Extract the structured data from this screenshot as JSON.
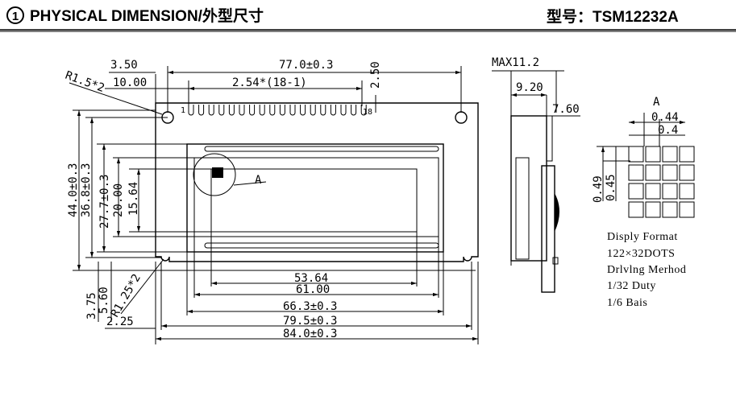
{
  "header": {
    "circle_number": "1",
    "title": "PHYSICAL  DIMENSION/外型尺寸",
    "model_label": "型号：TSM12232A"
  },
  "front_view": {
    "dim_77": "77.0±0.3",
    "dim_350": "3.50",
    "dim_250": "2.50",
    "dim_1000": "10.00",
    "dim_pitch": "2.54*(18-1)",
    "radius_top": "R1.5*2",
    "pin_first": "1",
    "pin_last": "18",
    "dim_44": "44.0±0.3",
    "dim_368": "36.8±0.3",
    "dim_277": "27.7±0.3",
    "dim_2000": "20.00",
    "dim_1564": "15.64",
    "detail_label": "A",
    "dim_375": "3.75",
    "dim_560": "5.60",
    "radius_bottom": "R1.25*2",
    "dim_225": "2.25",
    "dim_5364": "53.64",
    "dim_6100": "61.00",
    "dim_663": "66.3±0.3",
    "dim_795": "79.5±0.3",
    "dim_840": "84.0±0.3"
  },
  "side_view": {
    "max_height": "MAX11.2",
    "dim_920": "9.20",
    "dim_760": "7.60"
  },
  "detail_a": {
    "label": "A",
    "dim_044": "0.44",
    "dim_04": "0.4",
    "dim_049": "0.49",
    "dim_045": "0.45"
  },
  "notes": [
    "Disply Format",
    "122×32DOTS",
    "Drlvlng Merhod",
    "1/32  Duty",
    "1/6  Bais"
  ]
}
